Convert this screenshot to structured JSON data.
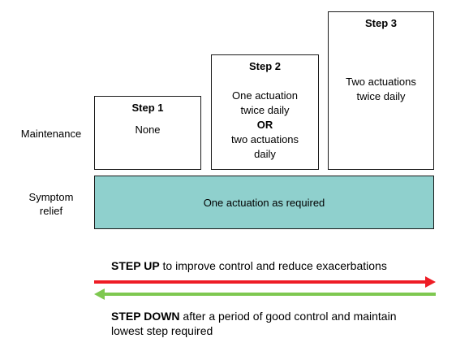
{
  "row_labels": {
    "maintenance": "Maintenance",
    "symptom_line1": "Symptom",
    "symptom_line2": "relief"
  },
  "steps": [
    {
      "title": "Step 1",
      "lines": [
        "None"
      ]
    },
    {
      "title": "Step 2",
      "lines": [
        "One actuation",
        "twice daily",
        "OR",
        "two actuations",
        "daily"
      ]
    },
    {
      "title": "Step 3",
      "lines": [
        "Two actuations",
        "twice daily"
      ]
    }
  ],
  "symptom_relief": "One actuation as required",
  "step_up": {
    "strong": "STEP UP",
    "rest": "to improve control and reduce exacerbations",
    "color": "#ee1c25"
  },
  "step_down": {
    "strong": "STEP DOWN",
    "rest_line1": "after a period of good control and maintain",
    "rest_line2": "lowest step required",
    "color": "#7ec850"
  },
  "colors": {
    "symptom_fill": "#8fd0cd",
    "border": "#1a1a1a"
  }
}
